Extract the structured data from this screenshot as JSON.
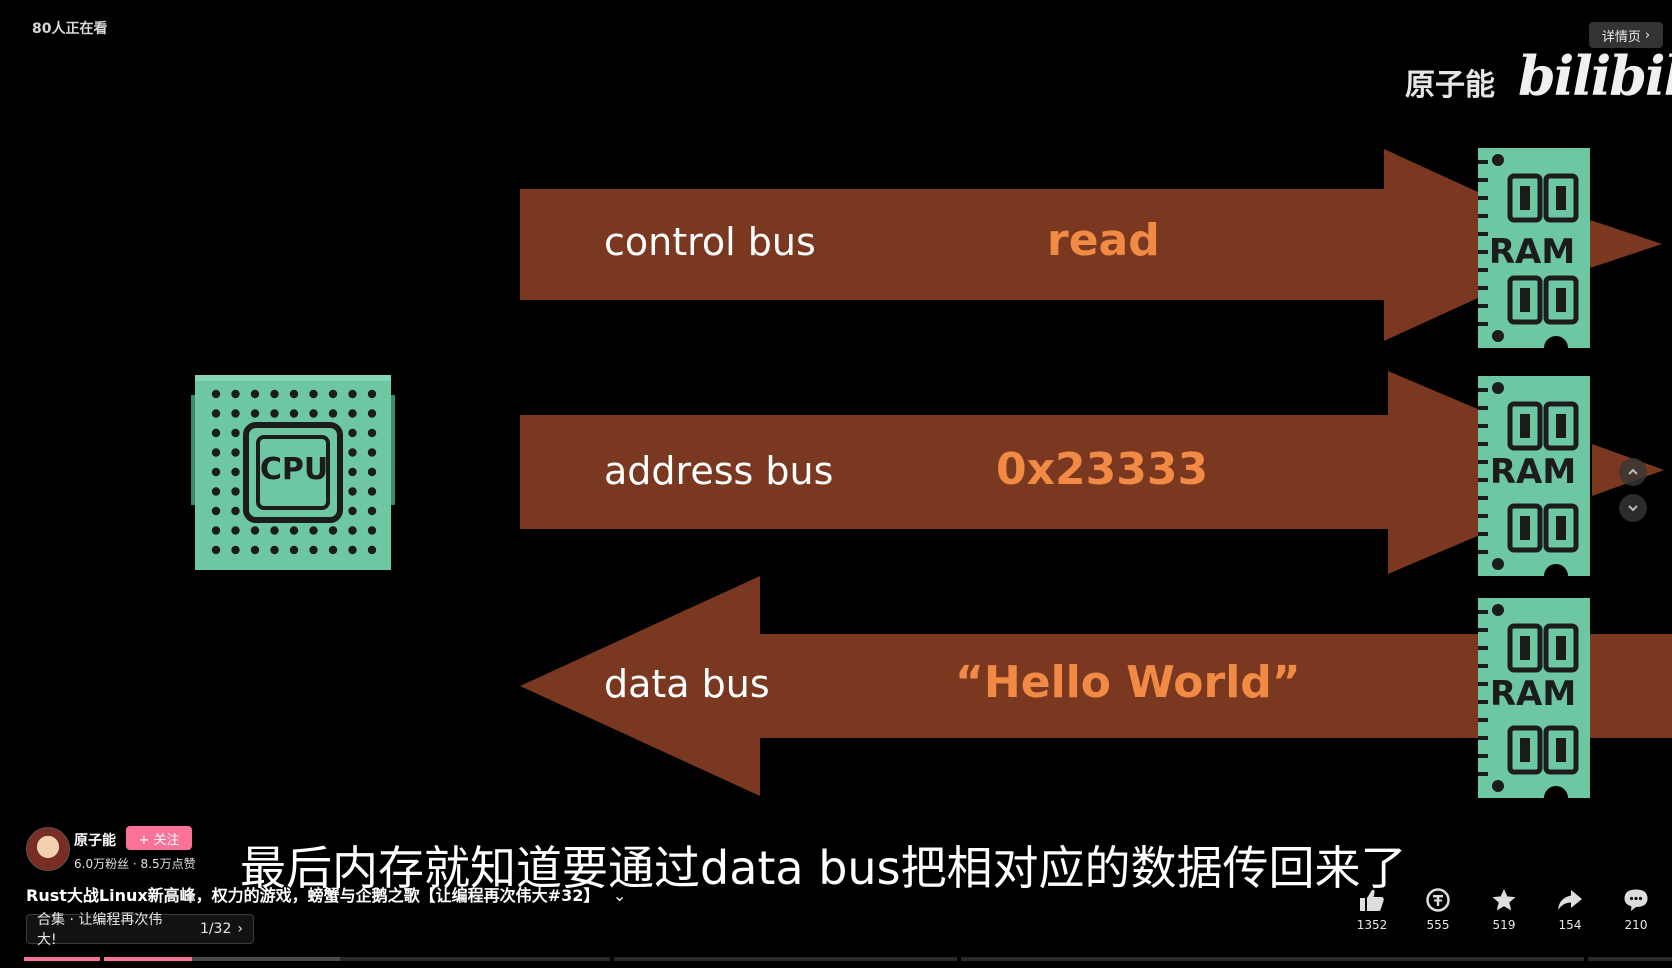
{
  "overlay": {
    "watching": "80人正在看",
    "detail_label": "详情页",
    "uploader_watermark": "原子能",
    "site_logo": "bilibili"
  },
  "slide": {
    "cpu_label": "CPU",
    "ram_label": "RAM",
    "buses": [
      {
        "label": "control bus",
        "value": "read",
        "direction": "right"
      },
      {
        "label": "address bus",
        "value": "0x23333",
        "direction": "right"
      },
      {
        "label": "data bus",
        "value": "“Hello World”",
        "direction": "left"
      }
    ],
    "colors": {
      "arrow": "#7a3820",
      "chip": "#6dc7a3",
      "chip_dark": "#1c1c1c",
      "value": "#f08a45"
    }
  },
  "subtitle": "最后内存就知道要通过data bus把相对应的数据传回来了",
  "uploader": {
    "name": "原子能",
    "follow_label": "+ 关注",
    "stats": "6.0万粉丝 · 8.5万点赞"
  },
  "video": {
    "title": "Rust大战Linux新高峰，权力的游戏，螃蟹与企鹅之歌【让编程再次伟大#32】"
  },
  "collection": {
    "label": "合集 · 让编程再次伟大!",
    "position": "1/32"
  },
  "actions": [
    {
      "icon": "thumbs-up-icon",
      "count": "1352"
    },
    {
      "icon": "coin-icon",
      "count": "555"
    },
    {
      "icon": "star-icon",
      "count": "519"
    },
    {
      "icon": "share-icon",
      "count": "154"
    },
    {
      "icon": "comment-icon",
      "count": "210"
    }
  ],
  "colors": {
    "accent": "#fb7299"
  }
}
